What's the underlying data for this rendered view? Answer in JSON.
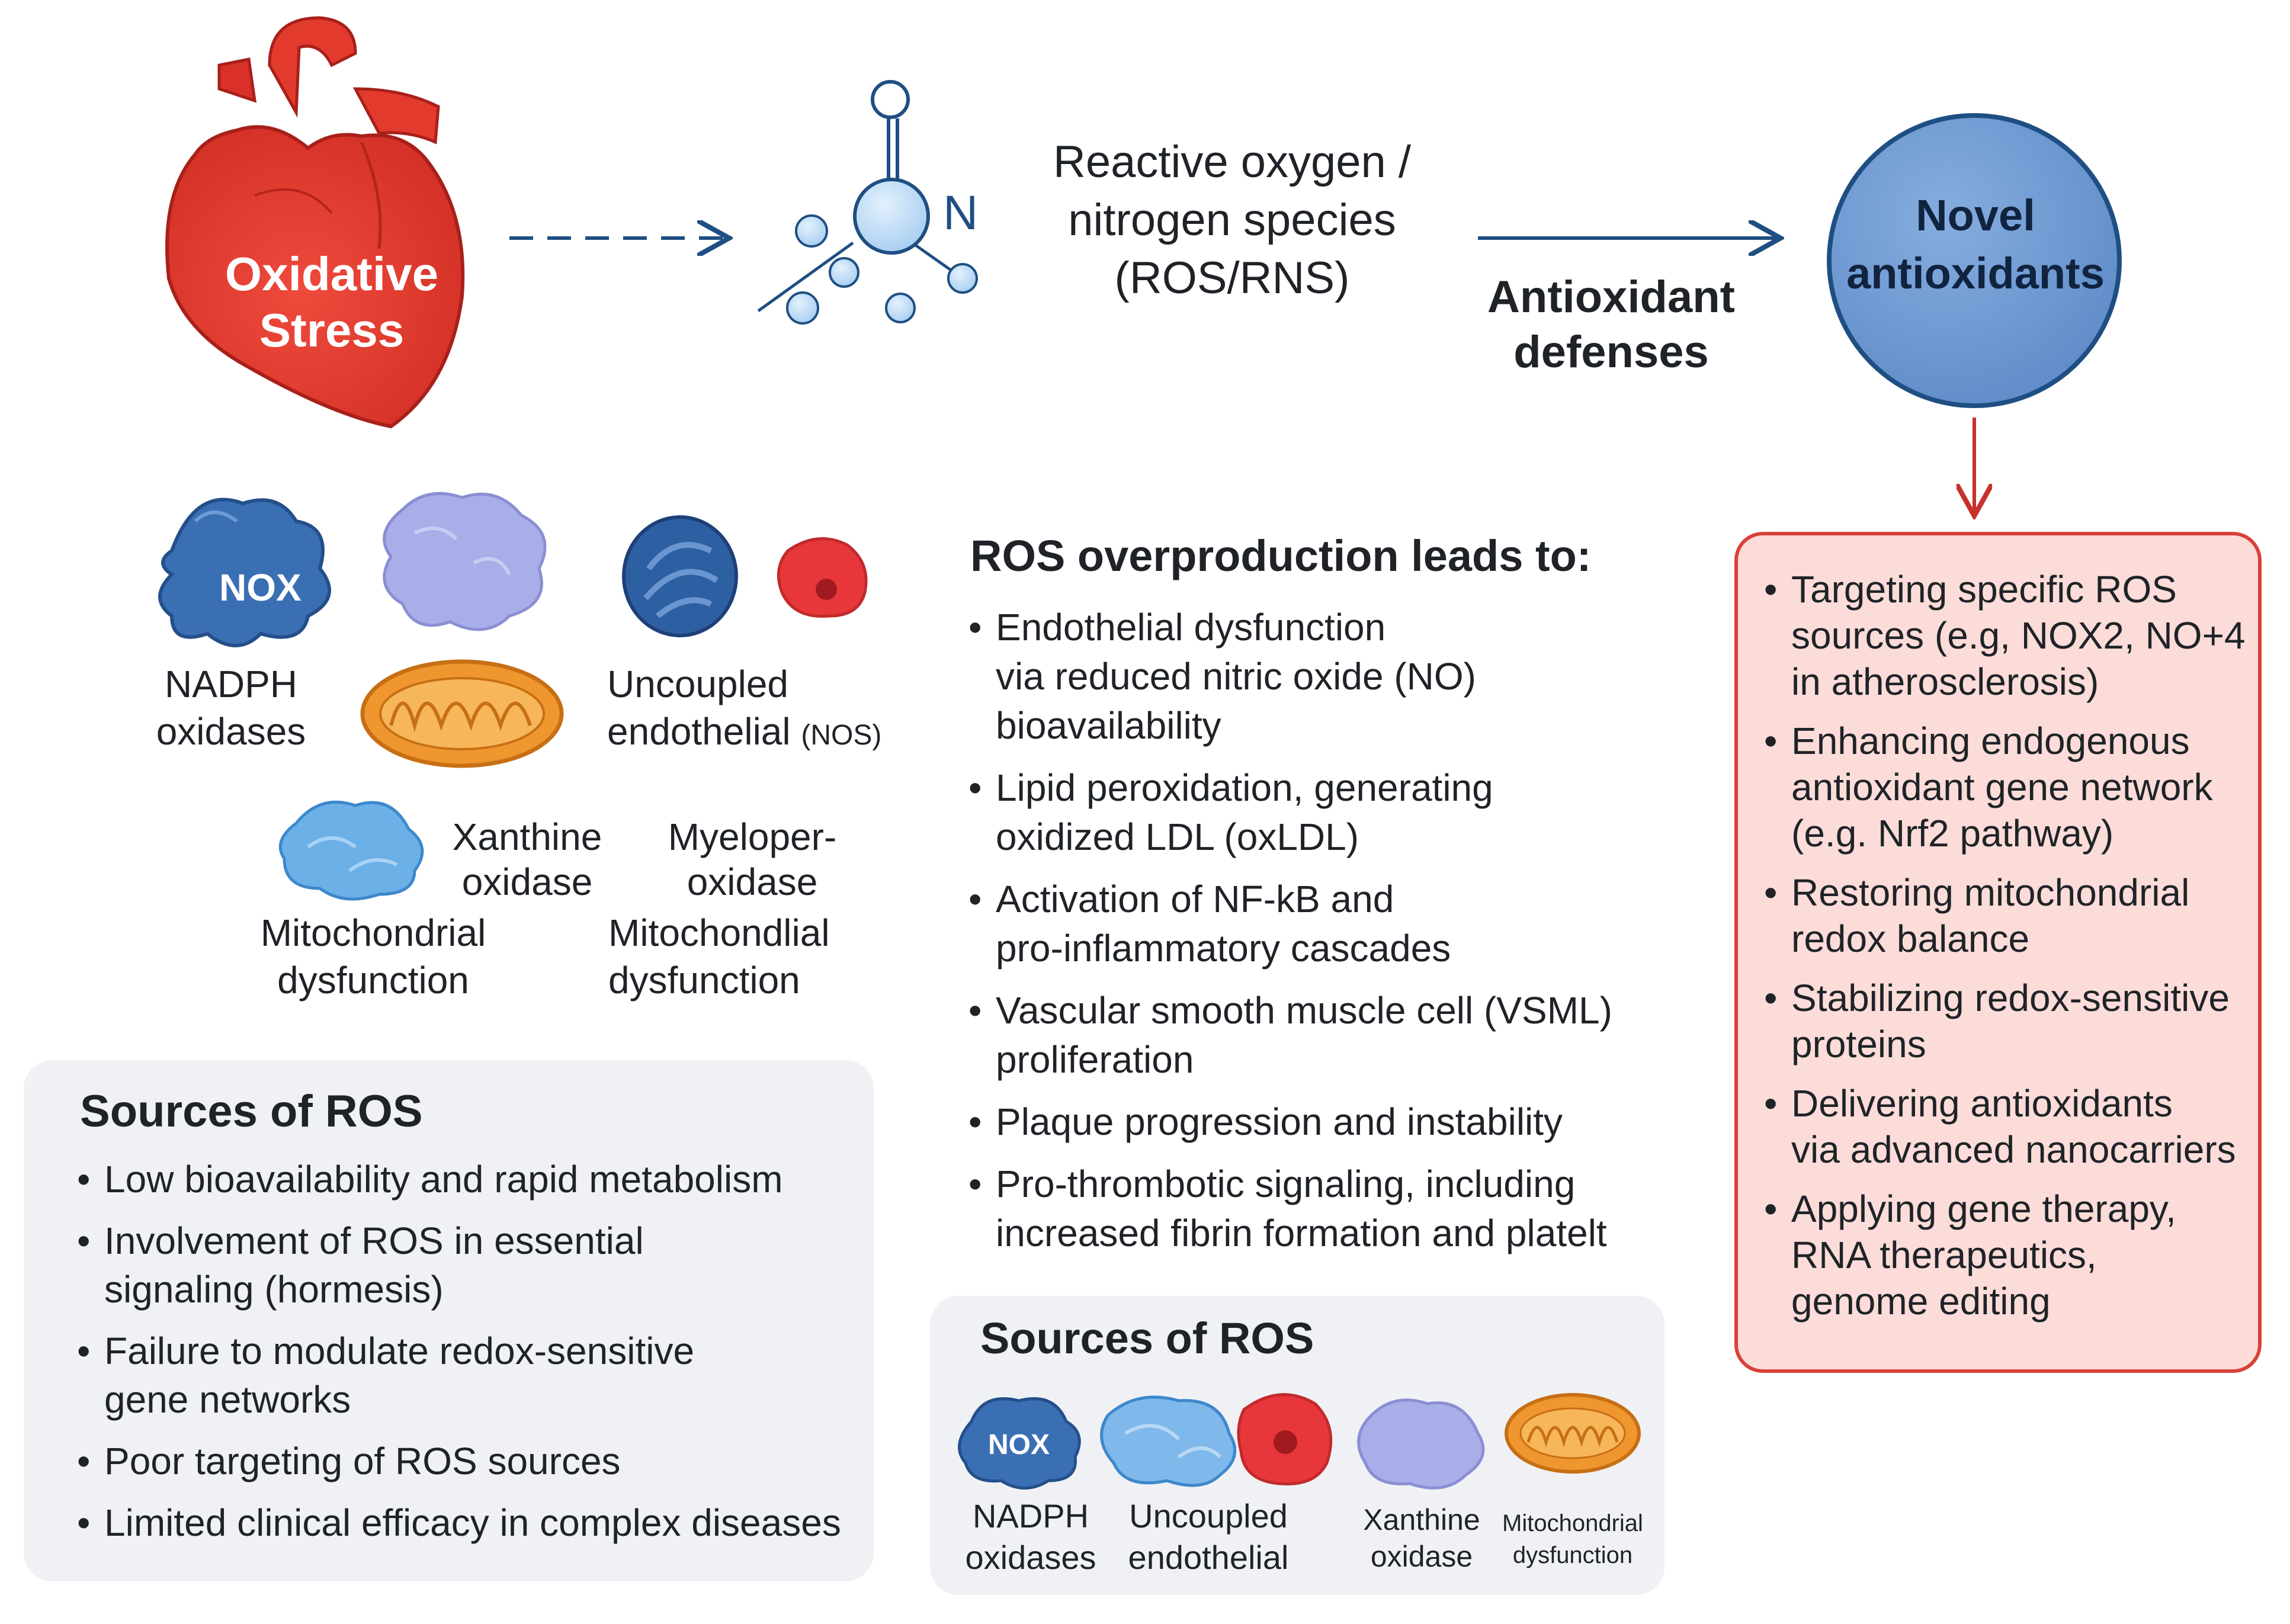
{
  "header": {
    "stress_line1": "Oxidative",
    "stress_line2": "Stress",
    "molecule_letter": "N",
    "species_line1": "Reactive oxygen /",
    "species_line2": "nitrogen species",
    "species_line3": "(ROS/RNS)",
    "defenses_line1": "Antioxidant",
    "defenses_line2": "defenses",
    "novel_line1": "Novel",
    "novel_line2": "antioxidants"
  },
  "sources_icons": {
    "nox_badge": "NOX",
    "nadph_line1": "NADPH",
    "nadph_line2": "oxidases",
    "uncoupled_line1": "Uncoupled",
    "uncoupled_line2": "endothelial",
    "uncoupled_nos": "(NOS)",
    "xanthine_line1": "Xanthine",
    "xanthine_line2": "oxidase",
    "myelo_line1": "Myeloper-",
    "myelo_line2": "oxidase",
    "mito_a_line1": "Mitochondrial",
    "mito_a_line2": "dysfunction",
    "mito_b_line1": "Mitochondlial",
    "mito_b_line2": "dysfunction"
  },
  "ros_overproduction": {
    "title": "ROS overproduction leads to:",
    "items": [
      {
        "line1": "Endothelial dysfunction",
        "line2": "via reduced nitric oxide (NO)",
        "line3": "bioavailability"
      },
      {
        "line1": "Lipid peroxidation, generating",
        "line2": "oxidized LDL (oxLDL)"
      },
      {
        "line1": "Activation of NF-kB and",
        "line2": "pro-inflammatory cascades"
      },
      {
        "line1": "Vascular smooth muscle cell (VSML)",
        "line2": "proliferation"
      },
      {
        "line1": "Plaque progression and instability"
      },
      {
        "line1": "Pro-thrombotic signaling, including",
        "line2": "increased fibrin formation and platelt"
      }
    ]
  },
  "strategies": {
    "items": [
      {
        "line1": "Targeting specific ROS",
        "line2": "sources (e.g, NOX2, NO+4",
        "line3": "in atherosclerosis)"
      },
      {
        "line1": "Enhancing endogenous",
        "line2": "antioxidant gene network",
        "line3": "(e.g. Nrf2 pathway)"
      },
      {
        "line1": "Restoring mitochondrial",
        "line2": "redox balance"
      },
      {
        "line1": "Stabilizing redox-sensitive",
        "line2": "proteins"
      },
      {
        "line1": "Delivering antioxidants",
        "line2": "via advanced nanocarriers"
      },
      {
        "line1": "Applying gene therapy,",
        "line2": "RNA therapeutics,",
        "line3": "genome editing"
      }
    ]
  },
  "limitations": {
    "title": "Sources of ROS",
    "items": [
      {
        "line1": "Low bioavailability and rapid metabolism"
      },
      {
        "line1": "Involvement of ROS in essential",
        "line2": "signaling (hormesis)"
      },
      {
        "line1": "Failure to  modulate redox-sensitive",
        "line2": "gene networks"
      },
      {
        "line1": "Poor targeting of ROS sources"
      },
      {
        "line1": "Limited clinical efficacy in complex diseases"
      }
    ]
  },
  "sources_panel": {
    "title": "Sources of ROS",
    "nox_badge": "NOX",
    "nadph_line1": "NADPH",
    "nadph_line2": "oxidases",
    "uncoupled_line1": "Uncoupled",
    "uncoupled_line2": "endothelial",
    "xanthine_line1": "Xanthine",
    "xanthine_line2": "oxidase",
    "mito_line1": "Mitochondrial",
    "mito_line2": "dysfunction"
  },
  "colors": {
    "heart": "#e8372e",
    "navy": "#1f4f82",
    "novel_circle": "#6b97d0",
    "strategy_border": "#d9413a",
    "strategy_bg": "#fbdcd8",
    "panel_bg": "#f0f1f5",
    "mito": "#f0962e",
    "lavender": "#a9aee8"
  }
}
